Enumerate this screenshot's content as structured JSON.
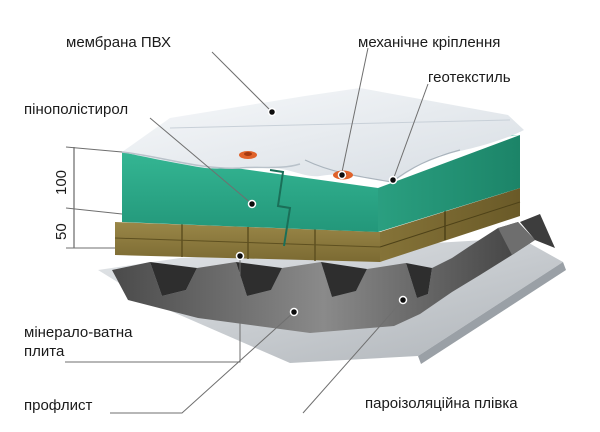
{
  "labels": {
    "membrane": "мембрана ПВХ",
    "mechanical_fastening": "механічне кріплення",
    "geotextile": "геотекстиль",
    "polystyrene": "пінополістирол",
    "mineral_wool_line1": "мінерало-ватна",
    "mineral_wool_line2": "плита",
    "profiled_sheet": "профлист",
    "vapor_barrier": "пароізоляційна плівка"
  },
  "dimensions": {
    "top_thickness": "100",
    "bottom_thickness": "50"
  },
  "colors": {
    "membrane": "#e9edf1",
    "polystyrene": "#2fae8d",
    "mineral_wool": "#8d7a3e",
    "profiled_sheet": "#5a5a5a",
    "vapor_barrier": "#c9cdd2",
    "fastener": "#e0622a"
  }
}
